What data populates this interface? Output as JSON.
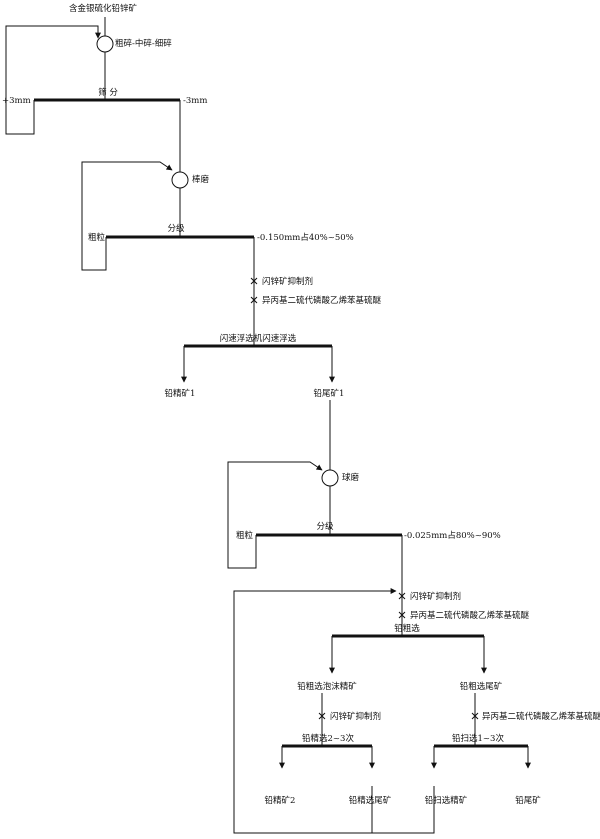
{
  "title": "含金银硫化铅锌矿",
  "crush_label": "粗碎-中碎-细碎",
  "screen": {
    "label": "筛 分",
    "oversize": "+3mm",
    "undersize": "-3mm"
  },
  "grind1": {
    "label": "棒磨"
  },
  "classify1": {
    "label": "分级",
    "coarse": "粗粒",
    "fine": "-0.150mm占40%~50%"
  },
  "reagents1": {
    "depressant": "闪锌矿抑制剂",
    "collector": "异丙基二硫代磷酸乙烯苯基硫醚"
  },
  "flash_flotation": {
    "label": "闪速浮选机闪速浮选"
  },
  "products1": {
    "lead_concentrate": "铅精矿1",
    "lead_tailing": "铅尾矿1"
  },
  "grind2": {
    "label": "球磨"
  },
  "classify2": {
    "label": "分级",
    "coarse": "粗粒",
    "fine": "-0.025mm占80%~90%"
  },
  "reagents2": {
    "depressant": "闪锌矿抑制剂",
    "collector": "异丙基二硫代磷酸乙烯苯基硫醚"
  },
  "rougher": {
    "label": "铅粗选"
  },
  "branches": {
    "left": "铅粗选泡沫精矿",
    "right": "铅粗选尾矿"
  },
  "reagents3": {
    "depressant": "闪锌矿抑制剂",
    "collector": "异丙基二硫代磷酸乙烯苯基硫醚"
  },
  "cleaner": {
    "label": "铅精选2~3次"
  },
  "scavenger": {
    "label": "铅扫选1~3次"
  },
  "products2": {
    "lead_concentrate2": "铅精矿2",
    "cleaner_middlings": "铅精选尾矿",
    "scavenger_concentrate": "铅扫选精矿",
    "lead_tailing": "铅尾矿"
  }
}
